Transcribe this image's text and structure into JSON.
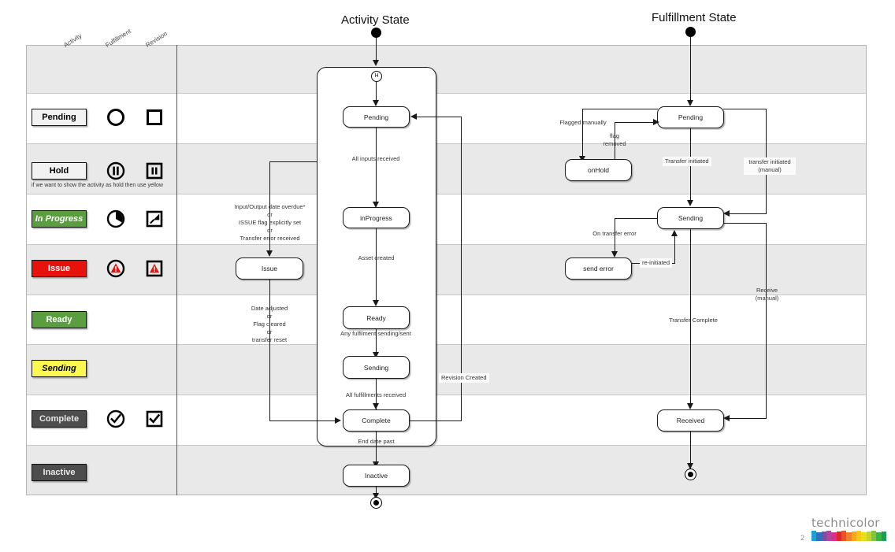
{
  "headers": {
    "columns": [
      "Activity",
      "Fulfillment",
      "Revision"
    ]
  },
  "legend": {
    "note": "if we want to show the activity as hold then use yellow",
    "rows": [
      {
        "label": "Pending",
        "style": "white",
        "activity_icon": "circle-icon",
        "revision_icon": "square-icon"
      },
      {
        "label": "Hold",
        "style": "white",
        "activity_icon": "pause-circle-icon",
        "revision_icon": "pause-square-icon"
      },
      {
        "label": "In Progress",
        "style": "green",
        "activity_icon": "progress-pie-icon",
        "revision_icon": "progress-square-icon"
      },
      {
        "label": "Issue",
        "style": "red",
        "activity_icon": "warning-circle-icon",
        "revision_icon": "warning-square-icon"
      },
      {
        "label": "Ready",
        "style": "green2",
        "activity_icon": "",
        "revision_icon": ""
      },
      {
        "label": "Sending",
        "style": "yellow",
        "activity_icon": "",
        "revision_icon": ""
      },
      {
        "label": "Complete",
        "style": "grey",
        "activity_icon": "check-circle-icon",
        "revision_icon": "check-square-icon"
      },
      {
        "label": "Inactive",
        "style": "grey",
        "activity_icon": "",
        "revision_icon": ""
      }
    ]
  },
  "activity_state": {
    "title": "Activity State",
    "history_marker": "H",
    "nodes": {
      "pending": "Pending",
      "in_progress": "inProgress",
      "ready": "Ready",
      "sending": "Sending",
      "complete": "Complete",
      "issue": "Issue",
      "inactive": "Inactive"
    },
    "labels": {
      "all_inputs": "All inputs received",
      "asset_created": "Asset created",
      "any_fulfilment": "Any fulfilment sending/sent",
      "all_fulfillments": "All fulfillments received",
      "end_date": "End date past",
      "to_issue_1": "Input/Output date overdue*",
      "to_issue_or1": "or",
      "to_issue_2": "ISSUE flag explicitly set",
      "to_issue_or2": "or",
      "to_issue_3": "Transfer error received",
      "from_issue_1": "Date adjusted",
      "from_issue_or1": "or",
      "from_issue_2": "Flag cleared",
      "from_issue_or2": "or",
      "from_issue_3": "transfer reset",
      "revision_created": "Revision Created"
    }
  },
  "fulfillment_state": {
    "title": "Fulfillment State",
    "nodes": {
      "pending": "Pending",
      "on_hold": "onHold",
      "sending": "Sending",
      "send_error": "send error",
      "received": "Received"
    },
    "labels": {
      "flagged_manually": "Flagged manually",
      "flag_removed_1": "flag",
      "flag_removed_2": "removed",
      "transfer_initiated": "Transfer initiated",
      "transfer_initiated_manual_1": "transfer initiated",
      "transfer_initiated_manual_2": "(manual)",
      "on_transfer_error": "On transfer error",
      "re_initiated": "re-initiated",
      "receive_manual_1": "Receive",
      "receive_manual_2": "(manual)",
      "transfer_complete": "Transfer Complete"
    }
  },
  "footer": {
    "brand": "technicolor",
    "page_number": "2",
    "logo_colors": [
      "#1ea0d9",
      "#2a72bb",
      "#7b4ea3",
      "#b4459c",
      "#d8308b",
      "#e0262b",
      "#e8512a",
      "#f07f25",
      "#f4a81d",
      "#f6c913",
      "#e8df18",
      "#c3d52a",
      "#86c341",
      "#3fb04a",
      "#17a055"
    ]
  },
  "theme": {
    "band_shaded": "#e9e9e9",
    "band_plain": "#ffffff",
    "line": "#1a1a1a",
    "grid_border": "#b5b5b5"
  }
}
